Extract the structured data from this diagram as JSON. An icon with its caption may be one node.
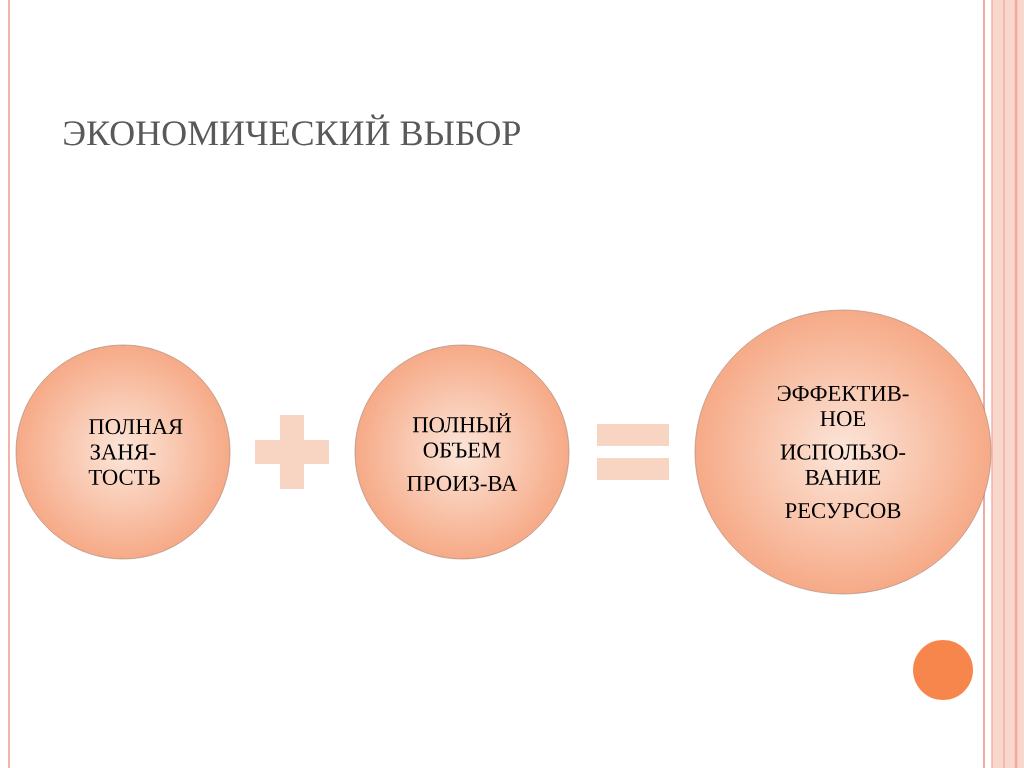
{
  "diagram": {
    "title": "ЭКОНОМИЧЕСКИЙ ВЫБОР",
    "nodes": [
      {
        "text": [
          "ПОЛНАЯ ЗАНЯ- ТОСТЬ"
        ]
      },
      {
        "text": [
          "ПОЛНЫЙ ОБЪЕМ",
          "ПРОИЗ-ВА"
        ]
      },
      {
        "text": [
          "ЭФФЕКТИВ- НОЕ",
          "ИСПОЛЬЗО- ВАНИЕ",
          "РЕСУРСОВ"
        ]
      }
    ],
    "edges": []
  }
}
